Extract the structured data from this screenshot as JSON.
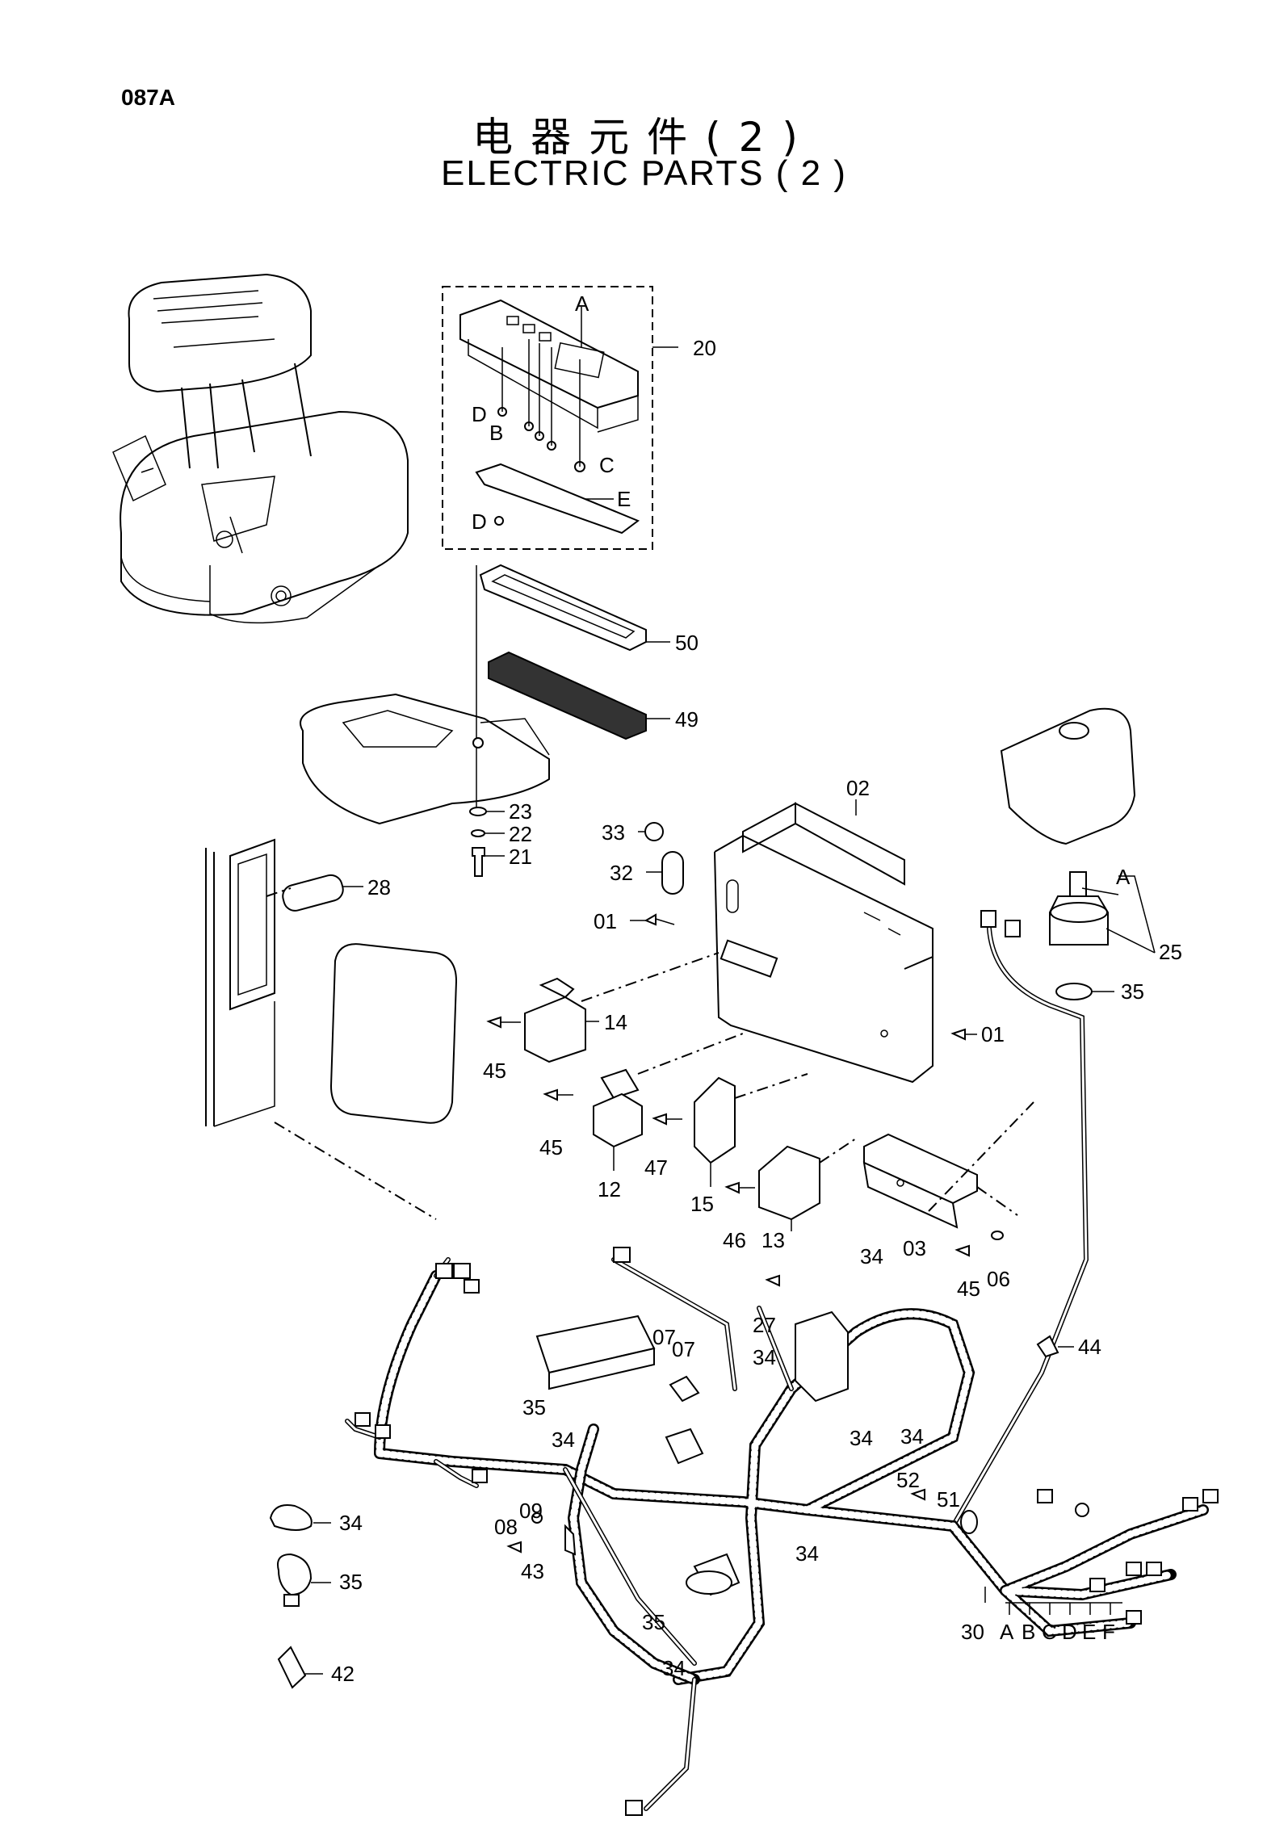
{
  "page_code": "087A",
  "title_cn": "电器元件(2)",
  "title_en": "ELECTRIC PARTS ( 2 )",
  "callouts": {
    "c20": "20",
    "cA1": "A",
    "cD1": "D",
    "cB": "B",
    "cC": "C",
    "cE": "E",
    "cD2": "D",
    "c50": "50",
    "c49": "49",
    "c23": "23",
    "c22": "22",
    "c21": "21",
    "c28": "28",
    "c33": "33",
    "c32": "32",
    "c01a": "01",
    "c02": "02",
    "c14": "14",
    "c45a": "45",
    "c45b": "45",
    "c12": "12",
    "c47": "47",
    "c15": "15",
    "c46": "46",
    "c13": "13",
    "c03": "03",
    "c45c": "45",
    "c06": "06",
    "c01b": "01",
    "cA2": "A",
    "c25": "25",
    "c35a": "35",
    "c44": "44",
    "c34a": "34",
    "c27": "27",
    "c07a": "07",
    "c07b": "07",
    "c34b": "34",
    "c35b": "35",
    "c34c": "34",
    "c34d": "34",
    "c34e": "34",
    "c52": "52",
    "c51": "51",
    "c09": "09",
    "c08": "08",
    "c43": "43",
    "c34f": "34",
    "c35c": "35",
    "c34g": "34",
    "c30": "30",
    "cAa": "A",
    "cBb": "B",
    "cCc": "C",
    "cDd": "D",
    "cEe": "E",
    "cFf": "F",
    "c34h": "34",
    "c35d": "35",
    "c42": "42"
  }
}
